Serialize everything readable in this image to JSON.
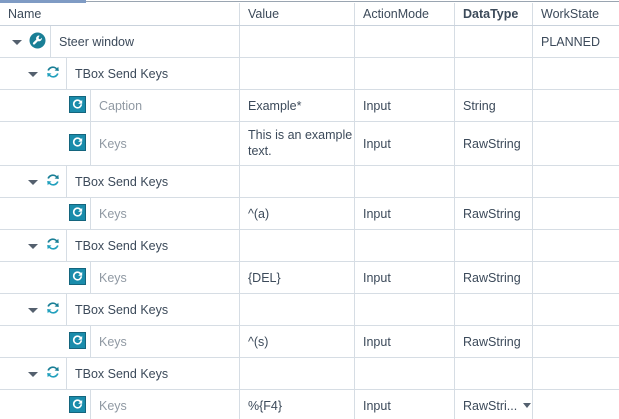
{
  "grid": {
    "accent_color": "#7f9bc4",
    "columns": [
      {
        "key": "name",
        "label": "Name",
        "bold": false
      },
      {
        "key": "value",
        "label": "Value",
        "bold": false
      },
      {
        "key": "action",
        "label": "ActionMode",
        "bold": false
      },
      {
        "key": "datatype",
        "label": "DataType",
        "bold": true
      },
      {
        "key": "workstate",
        "label": "WorkState",
        "bold": false
      }
    ],
    "rows": [
      {
        "name": "Steer window",
        "level": 0,
        "icon": "wrench-circle-icon",
        "expander": true,
        "value": "",
        "action": "",
        "datatype": "",
        "workstate": "PLANNED",
        "label_style": "dark"
      },
      {
        "name": "TBox Send Keys",
        "level": 1,
        "icon": "sync-arrows-icon",
        "expander": true,
        "value": "",
        "action": "",
        "datatype": "",
        "workstate": "",
        "label_style": "dark"
      },
      {
        "name": "Caption",
        "level": 2,
        "icon": "refresh-square-icon",
        "expander": false,
        "value": "Example*",
        "action": "Input",
        "datatype": "String",
        "workstate": "",
        "label_style": "grey"
      },
      {
        "name": "Keys",
        "level": 2,
        "icon": "refresh-square-icon",
        "expander": false,
        "value": "This is an example text.",
        "action": "Input",
        "datatype": "RawString",
        "workstate": "",
        "label_style": "grey",
        "tall": true
      },
      {
        "name": "TBox Send Keys",
        "level": 1,
        "icon": "sync-arrows-icon",
        "expander": true,
        "value": "",
        "action": "",
        "datatype": "",
        "workstate": "",
        "label_style": "dark"
      },
      {
        "name": "Keys",
        "level": 2,
        "icon": "refresh-square-icon",
        "expander": false,
        "value": "^(a)",
        "action": "Input",
        "datatype": "RawString",
        "workstate": "",
        "label_style": "grey"
      },
      {
        "name": "TBox Send Keys",
        "level": 1,
        "icon": "sync-arrows-icon",
        "expander": true,
        "value": "",
        "action": "",
        "datatype": "",
        "workstate": "",
        "label_style": "dark"
      },
      {
        "name": "Keys",
        "level": 2,
        "icon": "refresh-square-icon",
        "expander": false,
        "value": "{DEL}",
        "action": "Input",
        "datatype": "RawString",
        "workstate": "",
        "label_style": "grey"
      },
      {
        "name": "TBox Send Keys",
        "level": 1,
        "icon": "sync-arrows-icon",
        "expander": true,
        "value": "",
        "action": "",
        "datatype": "",
        "workstate": "",
        "label_style": "dark"
      },
      {
        "name": "Keys",
        "level": 2,
        "icon": "refresh-square-icon",
        "expander": false,
        "value": "^(s)",
        "action": "Input",
        "datatype": "RawString",
        "workstate": "",
        "label_style": "grey"
      },
      {
        "name": "TBox Send Keys",
        "level": 1,
        "icon": "sync-arrows-icon",
        "expander": true,
        "value": "",
        "action": "",
        "datatype": "",
        "workstate": "",
        "label_style": "dark"
      },
      {
        "name": "Keys",
        "level": 2,
        "icon": "refresh-square-icon",
        "expander": false,
        "value": "%{F4}",
        "action": "Input",
        "datatype": "RawStri...",
        "datatype_dropdown": true,
        "workstate": "",
        "label_style": "grey"
      }
    ]
  },
  "theme": {
    "icon_teal": "#1a7f96",
    "icon_teal_light": "#21a0bd",
    "grid_line": "#d6dde4",
    "text_dark": "#3c4a5a",
    "text_grey": "#9099a3"
  }
}
